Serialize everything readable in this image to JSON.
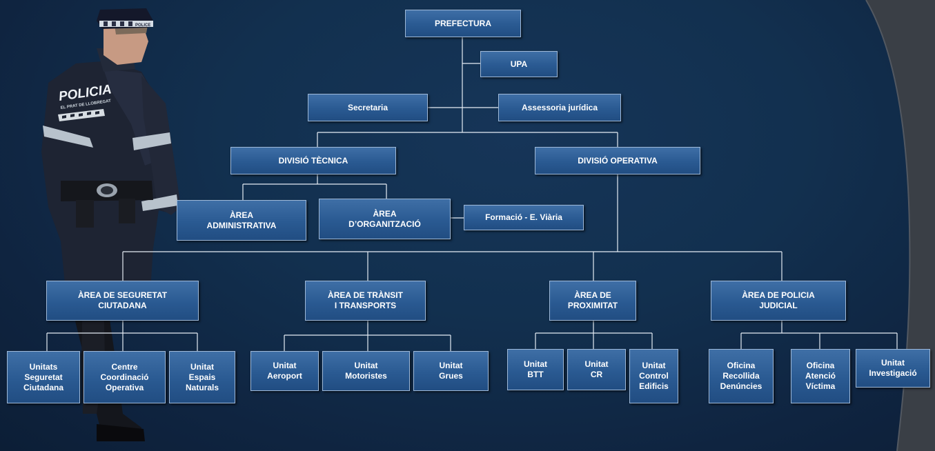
{
  "org_chart": {
    "prefectura": "PREFECTURA",
    "upa": "UPA",
    "secretaria": "Secretaria",
    "assessoria": "Assessoria jurídica",
    "divisio_tecnica": "DIVISIÓ TÈCNICA",
    "divisio_operativa": "DIVISIÓ OPERATIVA",
    "area_administrativa": "ÀREA\nADMINISTRATIVA",
    "area_organitzacio": "ÀREA\nD’ORGANITZACIÓ",
    "formacio": "Formació - E. Viària",
    "area_seguretat": "ÀREA DE SEGURETAT\nCIUTADANA",
    "area_transit": "ÀREA DE TRÀNSIT\nI TRANSPORTS",
    "area_proximitat": "ÀREA DE\nPROXIMITAT",
    "area_policia": "ÀREA DE POLICIA\nJUDICIAL",
    "unitats_seguretat": "Unitats\nSeguretat\nCiutadana",
    "centre_coordinacio": "Centre\nCoordinació\nOperativa",
    "unitat_espais": "Unitat\nEspais\nNaturals",
    "unitat_aeroport": "Unitat\nAeroport",
    "unitat_motoristes": "Unitat\nMotoristes",
    "unitat_grues": "Unitat\nGrues",
    "unitat_btt": "Unitat\nBTT",
    "unitat_cr": "Unitat\nCR",
    "unitat_control": "Unitat\nControl\nEdificis",
    "oficina_recollida": "Oficina\nRecollida\nDenúncies",
    "oficina_atencio": "Oficina\nAtenció\nVíctima",
    "unitat_investigacio": "Unitat\nInvestigació"
  },
  "officer_photo": {
    "cap_badge": "POLICE",
    "jacket_text": "POLICIA",
    "jacket_subtext": "EL PRAT DE LLOBREGAT"
  },
  "colors": {
    "background": "#10263f",
    "box_fill": "#2a5a92",
    "box_border": "#9fb9d8",
    "connector": "#e6edf5",
    "side_panel": "#3a3f46"
  }
}
